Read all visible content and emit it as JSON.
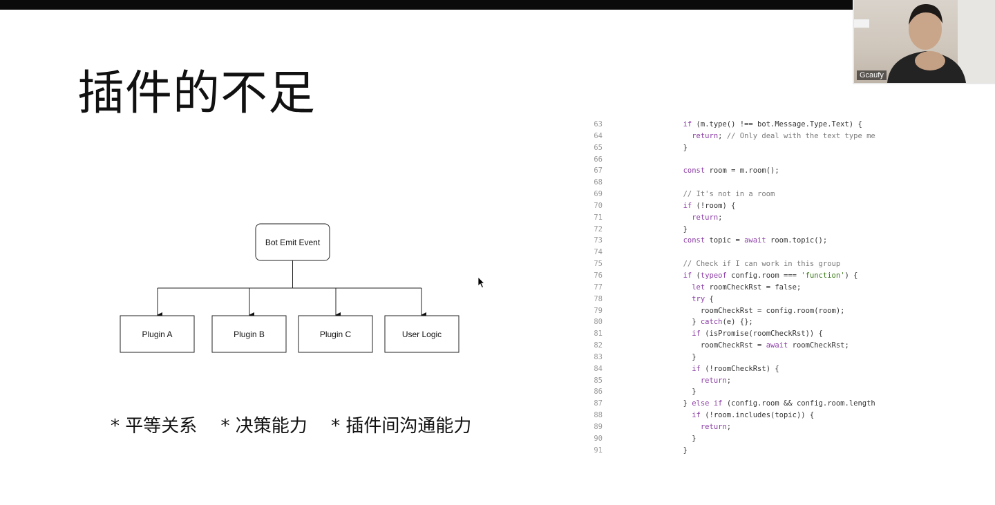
{
  "slide": {
    "title": "插件的不足",
    "bullets": [
      "* 平等关系",
      "* 决策能力",
      "* 插件间沟通能力"
    ]
  },
  "diagram": {
    "root": "Bot Emit Event",
    "children": [
      "Plugin A",
      "Plugin B",
      "Plugin C",
      "User Logic"
    ]
  },
  "code": {
    "lines": [
      {
        "n": "63",
        "t": "        if (m.type() !== bot.Message.Type.Text) {"
      },
      {
        "n": "64",
        "t": "          return; // Only deal with the text type message"
      },
      {
        "n": "65",
        "t": "        }"
      },
      {
        "n": "66",
        "t": ""
      },
      {
        "n": "67",
        "t": "        const room = m.room();"
      },
      {
        "n": "68",
        "t": ""
      },
      {
        "n": "69",
        "t": "        // It's not in a room"
      },
      {
        "n": "70",
        "t": "        if (!room) {"
      },
      {
        "n": "71",
        "t": "          return;"
      },
      {
        "n": "72",
        "t": "        }"
      },
      {
        "n": "73",
        "t": "        const topic = await room.topic();"
      },
      {
        "n": "74",
        "t": ""
      },
      {
        "n": "75",
        "t": "        // Check if I can work in this group"
      },
      {
        "n": "76",
        "t": "        if (typeof config.room === 'function') {"
      },
      {
        "n": "77",
        "t": "          let roomCheckRst = false;"
      },
      {
        "n": "78",
        "t": "          try {"
      },
      {
        "n": "79",
        "t": "            roomCheckRst = config.room(room);"
      },
      {
        "n": "80",
        "t": "          } catch(e) {};"
      },
      {
        "n": "81",
        "t": "          if (isPromise(roomCheckRst)) {"
      },
      {
        "n": "82",
        "t": "            roomCheckRst = await roomCheckRst;"
      },
      {
        "n": "83",
        "t": "          }"
      },
      {
        "n": "84",
        "t": "          if (!roomCheckRst) {"
      },
      {
        "n": "85",
        "t": "            return;"
      },
      {
        "n": "86",
        "t": "          }"
      },
      {
        "n": "87",
        "t": "        } else if (config.room && config.room.length) {"
      },
      {
        "n": "88",
        "t": "          if (!room.includes(topic)) {"
      },
      {
        "n": "89",
        "t": "            return;"
      },
      {
        "n": "90",
        "t": "          }"
      },
      {
        "n": "91",
        "t": "        }"
      }
    ]
  },
  "webcam": {
    "participant_name": "Gcaufy"
  }
}
